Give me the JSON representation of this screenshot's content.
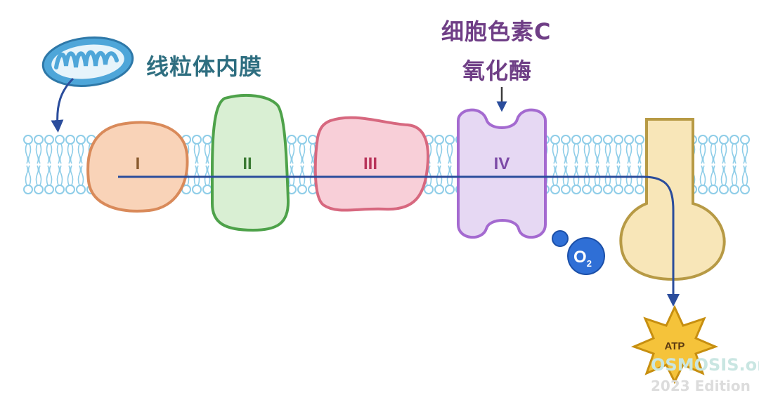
{
  "labels": {
    "membrane": "线粒体内膜",
    "enzyme_line1": "细胞色素C",
    "enzyme_line2": "氧化酶"
  },
  "complexes": [
    {
      "id": "complex-1",
      "label": "I",
      "fill": "#f9d3b8",
      "stroke": "#d98a5a",
      "text_color": "#8a5a2e"
    },
    {
      "id": "complex-2",
      "label": "II",
      "fill": "#d9efd3",
      "stroke": "#4ea24a",
      "text_color": "#3b7a33"
    },
    {
      "id": "complex-3",
      "label": "III",
      "fill": "#f8cfd8",
      "stroke": "#d7687f",
      "text_color": "#b8345a"
    },
    {
      "id": "complex-4",
      "label": "IV",
      "fill": "#e6d8f3",
      "stroke": "#a46ad0",
      "text_color": "#7c4aa6"
    }
  ],
  "oxygen": {
    "label": "O",
    "subscript": "2",
    "color": "#2f6fd6"
  },
  "atp": {
    "label": "ATP",
    "color": "#f5c33a"
  },
  "colors": {
    "electron_path": "#2b4d9c",
    "membrane": "#8ecde8",
    "atp_synthase_fill": "#f8e6b8",
    "atp_synthase_stroke": "#b79a45",
    "mitochondrion": "#4ea6d9"
  },
  "watermark": {
    "line1": "OSMOSIS.org",
    "line2": "2023 Edition"
  }
}
